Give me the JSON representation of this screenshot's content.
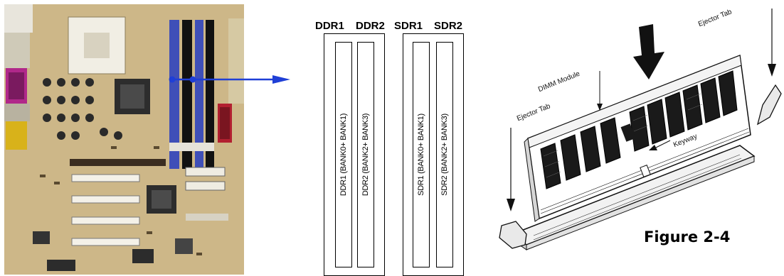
{
  "slot_diagram": {
    "headers": [
      "DDR1",
      "DDR2",
      "SDR1",
      "SDR2"
    ],
    "slots": [
      {
        "label": "DDR1 (BANK0+ BANK1)"
      },
      {
        "label": "DDR2 (BANK2+ BANK3)"
      },
      {
        "label": "SDR1 (BANK0+ BANK1)"
      },
      {
        "label": "SDR2 (BANK2+ BANK3)"
      }
    ]
  },
  "dimm_illustration": {
    "labels": {
      "ejector_tab_right": "Ejector Tab",
      "dimm_module": "DIMM Module",
      "ejector_tab_left": "Ejector Tab",
      "keyway": "Keyway"
    }
  },
  "figure": {
    "caption": "Figure 2-4"
  },
  "colors": {
    "arrow": "#1f3fd6",
    "dimm_slot_blue": "#3f4fb8",
    "dimm_slot_black": "#111111",
    "board": "#c9b486"
  }
}
